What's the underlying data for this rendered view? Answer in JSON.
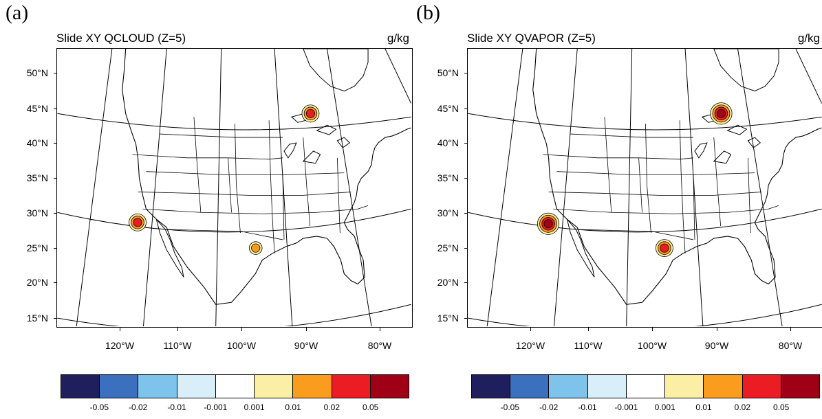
{
  "panels": [
    {
      "label": "(a)",
      "title": "Slide XY QCLOUD (Z=5)",
      "units": "g/kg",
      "centers": [
        {
          "name": "canada-center",
          "lon": -90.5,
          "lat": 44.2,
          "rings": 3
        },
        {
          "name": "baja-center",
          "lon": -117.3,
          "lat": 28.5,
          "rings": 3
        },
        {
          "name": "texas-center",
          "lon": -99.0,
          "lat": 24.8,
          "rings": 2
        }
      ]
    },
    {
      "label": "(b)",
      "title": "Slide XY QVAPOR (Z=5)",
      "units": "g/kg",
      "centers": [
        {
          "name": "canada-center",
          "lon": -90.5,
          "lat": 44.2,
          "rings": 4
        },
        {
          "name": "baja-center",
          "lon": -117.3,
          "lat": 28.3,
          "rings": 4
        },
        {
          "name": "texas-center",
          "lon": -99.3,
          "lat": 24.8,
          "rings": 3
        }
      ]
    }
  ],
  "lat_labels": [
    "50°N",
    "45°N",
    "40°N",
    "35°N",
    "30°N",
    "25°N",
    "20°N",
    "15°N"
  ],
  "lon_labels": [
    "120°W",
    "110°W",
    "100°W",
    "90°W",
    "80°W"
  ],
  "colorbar": {
    "colors": [
      "#1f1f5e",
      "#3a70bd",
      "#7ec3ec",
      "#d8eef8",
      "#ffffff",
      "#fbefa5",
      "#fa9c1d",
      "#ec1c24",
      "#a00016"
    ],
    "labels": [
      "-0.05",
      "-0.02",
      "-0.01",
      "-0.001",
      "0.001",
      "0.01",
      "0.02",
      "0.05"
    ]
  },
  "contour_colors": [
    "#fbefa5",
    "#fa9c1d",
    "#ec1c24",
    "#a00016"
  ]
}
